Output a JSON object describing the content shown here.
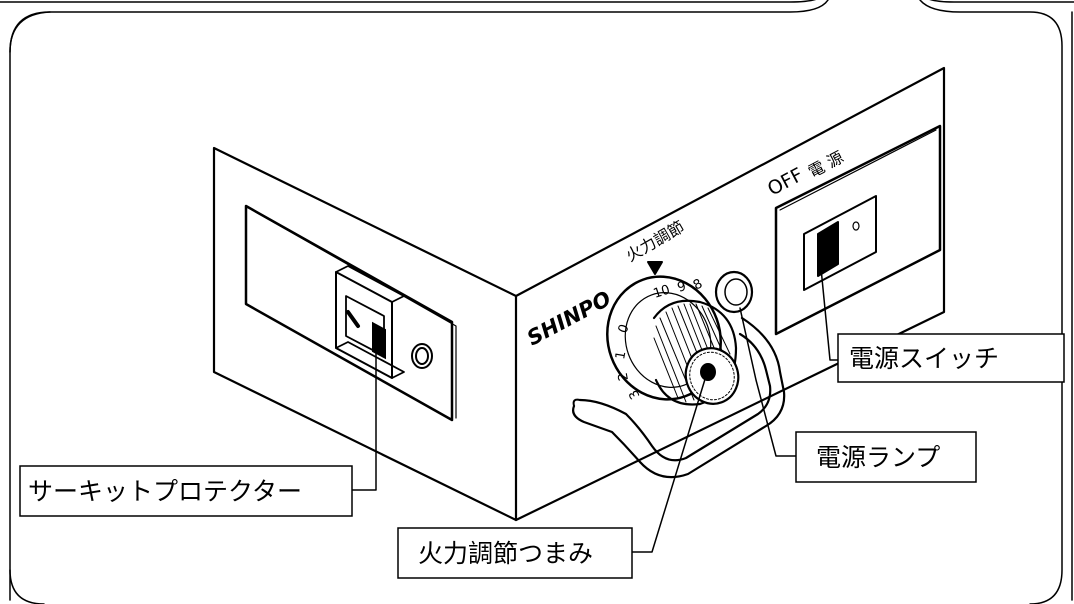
{
  "brand": "SHINPO",
  "panel": {
    "heat_dial_title": "火力調節",
    "power_title": "電 源",
    "power_off": "OFF",
    "dial_numbers": [
      "10",
      "9",
      "8",
      "0",
      "1",
      "2",
      "3"
    ]
  },
  "callouts": {
    "power_switch": "電源スイッチ",
    "power_lamp": "電源ランプ",
    "circuit_protector": "サーキットプロテクター",
    "heat_knob": "火力調節つまみ"
  }
}
